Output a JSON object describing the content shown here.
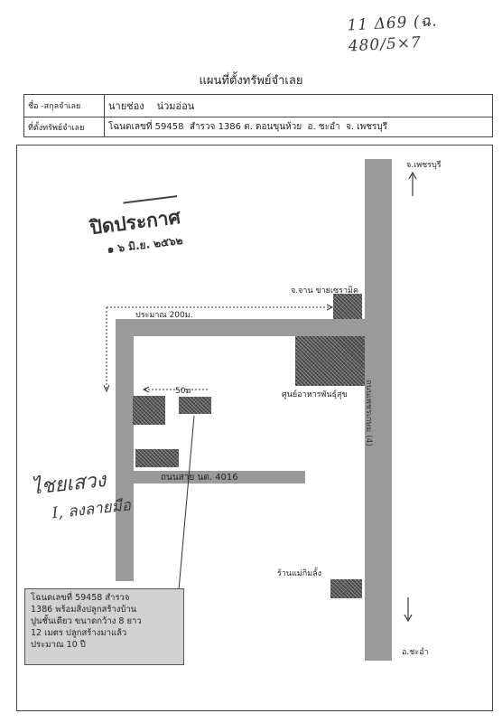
{
  "handwritten_ref": "11 Δ69 (ฉ. 480/5×7",
  "title": "แผนที่ตั้งทรัพย์จำเลย",
  "info": {
    "name_label": "ชื่อ -สกุลจำเลย",
    "name_value": "นายช่อง    น่วมอ่อน",
    "location_label": "ที่ตั้งทรัพย์จำเลย",
    "location_value": "โฉนดเลขที่ 59458  สำรวจ 1386 ต. ดอนขุนห้วย  อ. ชะอำ  จ. เพชรบุรี"
  },
  "stamp": {
    "line1": "ปิดประกาศ",
    "line2": "๑ ๖ มิ.ย. ๒๕๖๒"
  },
  "map": {
    "north_label": "จ.เพชรบุรี",
    "south_label": "อ.ชะอำ",
    "highway_label": "ถนนเพชรเกษม (4)",
    "pharmacy_label": "จ.จาน ขายเซรามิค",
    "distance_200": "ประมาณ 200ม.",
    "distance_50": "50ม",
    "food_center_label": "ศูนย์อาหารพันธุ์สุข",
    "soi_label": "ถนนสาย นต. 4016",
    "shop_label": "ร้านแม่กิมลั้ง"
  },
  "signature": {
    "line1": "ไชยเสวง",
    "line2": "I, ลงลายมือ"
  },
  "callout": {
    "line1": "โฉนดเลขที่  59458  สำรวจ",
    "line2": "1386 พร้อมสิ่งปลูกสร้างบ้าน",
    "line3": "ปูนชั้นเดียว ขนาดกว้าง 8 ยาว",
    "line4": "12 เมตร ปลูกสร้างมาแล้ว",
    "line5": "ประมาณ 10 ปี"
  }
}
